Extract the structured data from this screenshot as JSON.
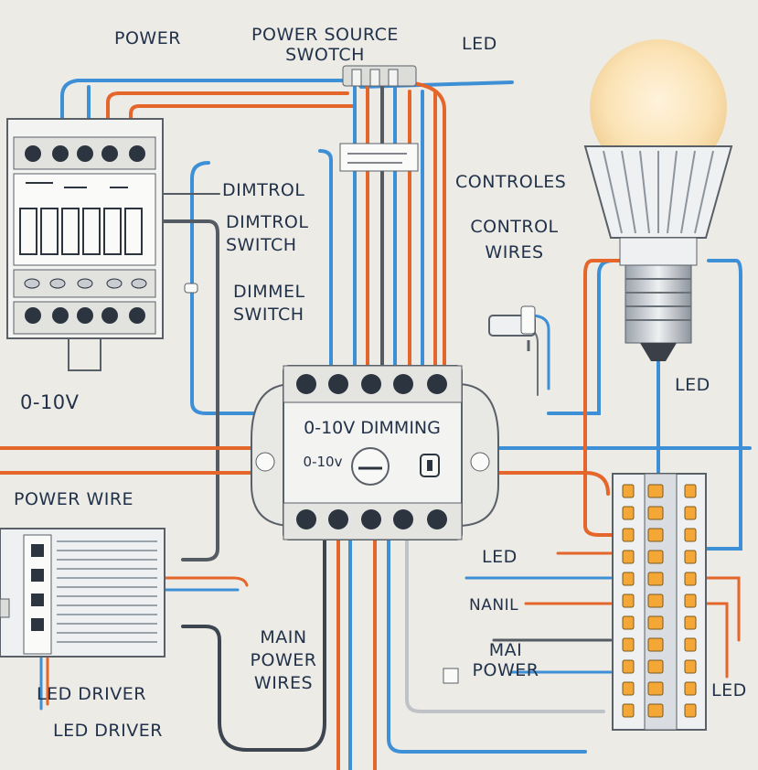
{
  "labels": {
    "power": "POWER",
    "power_source_switch": "POWER SOURCE\nSWOTCH",
    "led_top": "LED",
    "dimtrol": "DIMTROL",
    "dimtrol_switch": "DIMTROL\nSWITCH",
    "dimmel_switch": "DIMMEL\nSWITCH",
    "zero_ten_v": "0-10V",
    "controles": "CONTROLES",
    "control_wires": "CONTROL\nWIRES",
    "led_right": "LED",
    "power_wire": "POWER WIRE",
    "led_mid": "LED",
    "nanil": "NANIL",
    "mai_power": "MAI\nPOWER",
    "main_power_wires": "MAIN\nPOWER\nWIRES",
    "led_driver_1": "LED DRIVER",
    "led_driver_2": "LED DRIVER",
    "led_bottom_right": "LED"
  },
  "dimmer_module": {
    "title": "0-10V DIMMING",
    "sub_label": "0-10v"
  },
  "colors": {
    "background": "#ecebe6",
    "wire_blue": "#3d8fd6",
    "wire_orange": "#e5662a",
    "wire_gray": "#555b63",
    "module_body": "#f3f3f1",
    "terminal": "#2c3440",
    "bulb_glow": "#fbe2b4",
    "led_chip": "#f4a637",
    "text": "#22324a"
  }
}
